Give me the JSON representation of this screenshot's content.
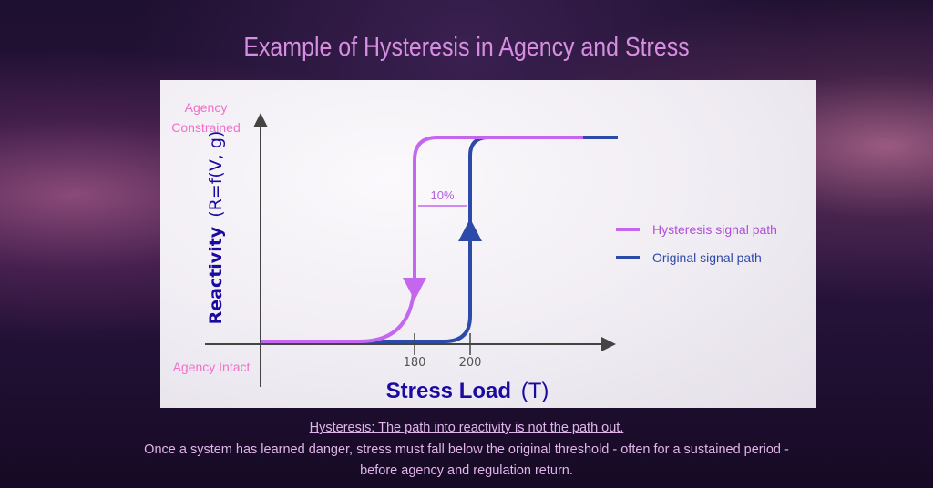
{
  "chart_data": {
    "type": "line",
    "title": "Example of Hysteresis in Agency and Stress",
    "xlabel": "Stress Load",
    "xlabel_unit": "(T)",
    "ylabel": "Reactivity",
    "ylabel_unit": "(R=f(V, g)",
    "y_top_label": [
      "Agency",
      "Constrained"
    ],
    "y_bottom_label": "Agency Intact",
    "x_ticks": [
      180,
      200
    ],
    "x_tick_labels": [
      "180",
      "200"
    ],
    "annotation": "10%",
    "series": [
      {
        "name": "Hysteresis signal path",
        "color": "#c466ee",
        "threshold": 180,
        "direction": "down"
      },
      {
        "name": "Original signal path",
        "color": "#2c4aa8",
        "threshold": 200,
        "direction": "up"
      }
    ],
    "legend_position": "right"
  },
  "caption": {
    "headline": "Hysteresis: The path into reactivity is not the path out.",
    "line1": "Once a system has learned danger, stress must fall below the original threshold - often for  a sustained period -",
    "line2": "before agency and regulation return."
  }
}
